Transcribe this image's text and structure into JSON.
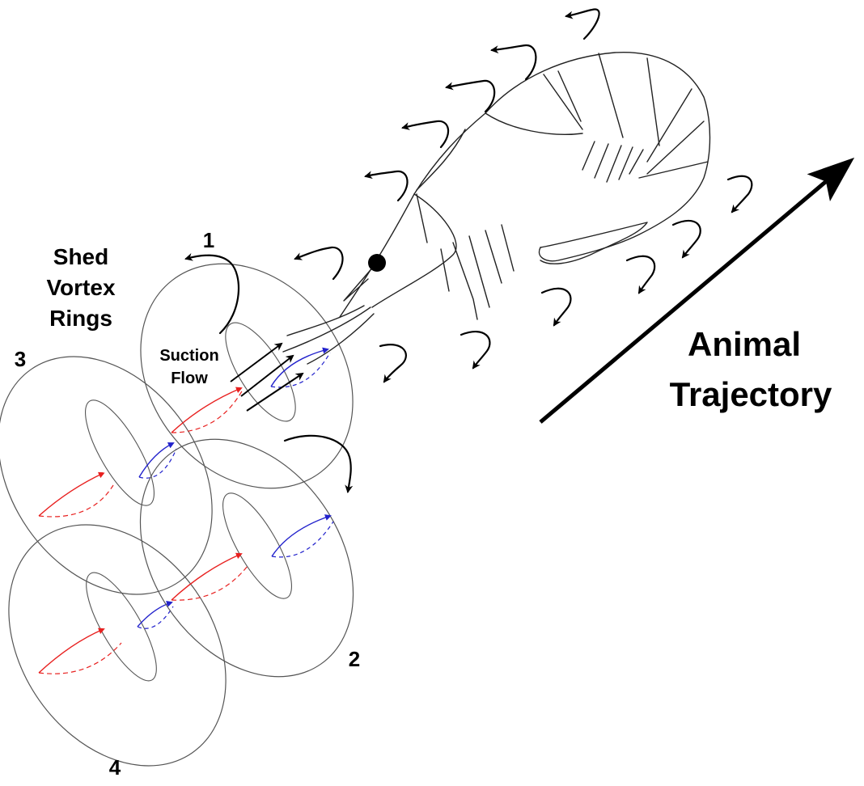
{
  "labels": {
    "shed_line1": "Shed",
    "shed_line2": "Vortex",
    "shed_line3": "Rings",
    "suction_line1": "Suction",
    "suction_line2": "Flow",
    "trajectory_line1": "Animal",
    "trajectory_line2": "Trajectory",
    "ring1": "1",
    "ring2": "2",
    "ring3": "3",
    "ring4": "4"
  },
  "colors": {
    "outline": "#555555",
    "arrow": "#000000",
    "red_circulation": "#e8201f",
    "blue_circulation": "#2222cc"
  }
}
